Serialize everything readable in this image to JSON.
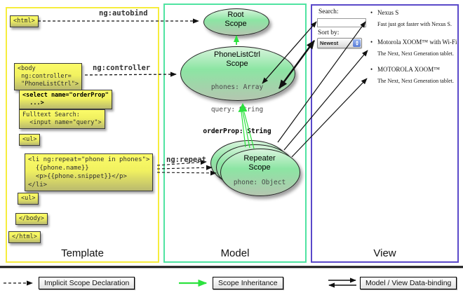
{
  "sections": {
    "template": "Template",
    "model": "Model",
    "view": "View"
  },
  "annotations": {
    "autobind": "ng:autobind",
    "controller": "ng:controller",
    "repeat": "ng:repeat"
  },
  "template_code": {
    "html_open": "<html>",
    "body_open": "<body\n ng:controller=\n \"PhoneListCtrl\">",
    "select": "<select name=\"orderProp\"\n  ...>",
    "fulltext": "Fulltext Search:\n  <input name=\"query\">",
    "ul_open": "<ul>",
    "li_repeat": "<li ng:repeat=\"phone in phones\">\n  {{phone.name}}\n  <p>{{phone.snippet}}</p>\n</li>",
    "ul_close": "<ul>",
    "body_close": "</body>",
    "html_close": "</html>"
  },
  "scopes": {
    "root": {
      "title": "Root\nScope"
    },
    "phonelist": {
      "title": "PhoneListCtrl\nScope",
      "prop1": "phones: Array",
      "prop2": "query: String",
      "prop3": "orderProp: String"
    },
    "repeater": {
      "title": "Repeater\nScope",
      "prop": "phone: Object"
    }
  },
  "view": {
    "search_label": "Search:",
    "search_value": "",
    "sort_label": "Sort by:",
    "sort_value": "Newest",
    "bullet": "•",
    "items": [
      {
        "name": "Nexus S",
        "desc": "Fast just got faster with Nexus S."
      },
      {
        "name": "Motorola XOOM™ with Wi-Fi",
        "desc": "The Next, Next Generation tablet."
      },
      {
        "name": "MOTOROLA XOOM™",
        "desc": "The Next, Next Generation tablet."
      }
    ]
  },
  "legend": {
    "implicit": "Implicit Scope Declaration",
    "inheritance": "Scope Inheritance",
    "binding": "Model / View Data-binding"
  },
  "colors": {
    "template_border": "#f6ed3c",
    "model_border": "#4fe3a1",
    "view_border": "#5a49c9",
    "arrow_green": "#2ce23e",
    "box_yellow": "#f1f160",
    "scope_green": "#8ce5a3"
  }
}
